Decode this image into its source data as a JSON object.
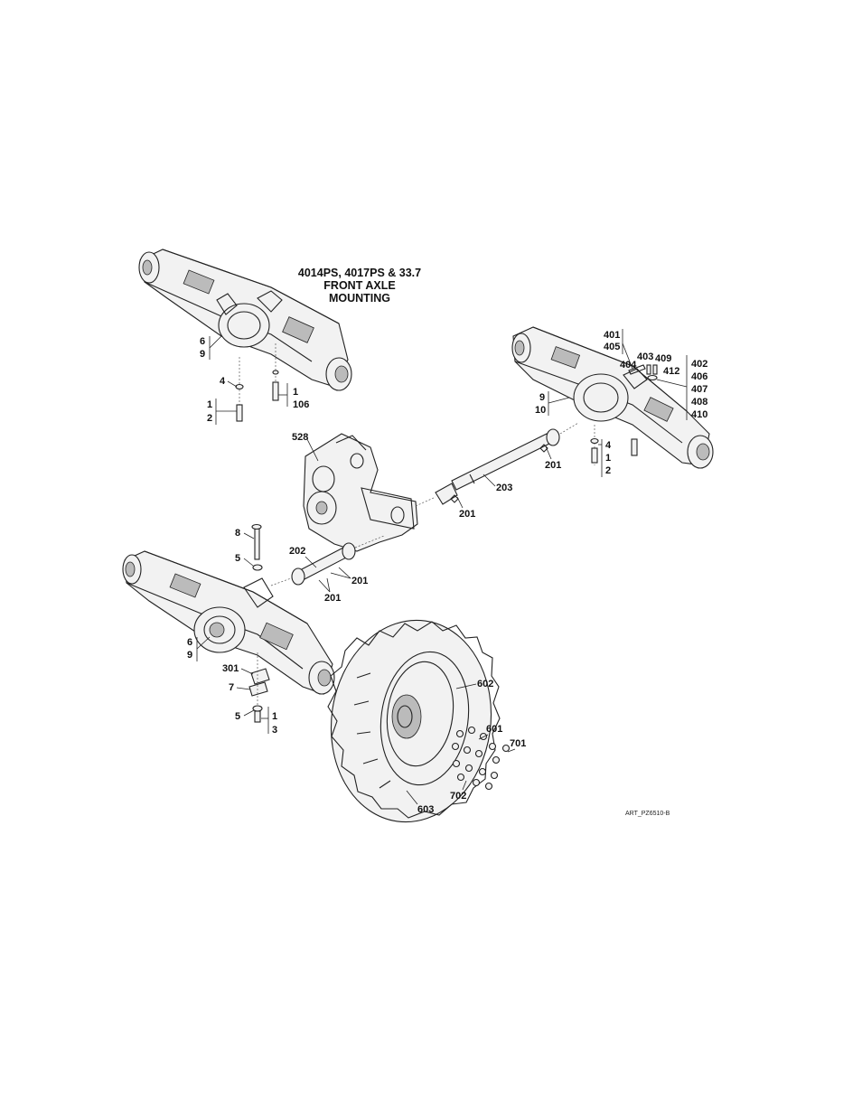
{
  "title_lines": [
    "4014PS, 4017PS & 33.7",
    "FRONT AXLE",
    "MOUNTING"
  ],
  "art_id": "ART_PZ6510-B",
  "callouts": {
    "fa_6": "6",
    "fa_9": "9",
    "fa_4": "4",
    "fa_1a": "1",
    "fa_2": "2",
    "fa_1b": "1",
    "fa_106": "106",
    "tr_401": "401",
    "tr_405": "405",
    "tr_403": "403",
    "tr_409": "409",
    "tr_404": "404",
    "tr_412": "412",
    "tr_402": "402",
    "tr_406": "406",
    "tr_407": "407",
    "tr_408": "408",
    "tr_410": "410",
    "tr_9": "9",
    "tr_10": "10",
    "tr_4": "4",
    "tr_1": "1",
    "tr_2": "2",
    "tr_201": "201",
    "gb_528": "528",
    "ds_203": "203",
    "ds_201": "201",
    "ra_8": "8",
    "ra_5a": "5",
    "ra_202": "202",
    "ra_201a": "201",
    "ra_201b": "201",
    "ra_6": "6",
    "ra_9": "9",
    "ra_301": "301",
    "ra_7": "7",
    "ra_5b": "5",
    "ra_1": "1",
    "ra_3": "3",
    "wh_602": "602",
    "wh_601": "601",
    "wh_701": "701",
    "wh_702": "702",
    "wh_603": "603"
  }
}
